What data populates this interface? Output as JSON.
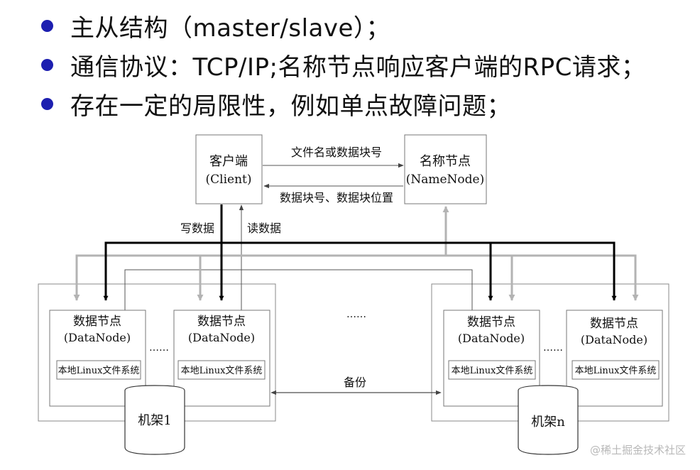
{
  "bullets": [
    "主从结构（master/slave）；",
    "通信协议：TCP/IP;名称节点响应客户端的RPC请求；",
    "存在一定的局限性，例如单点故障问题；"
  ],
  "colors": {
    "bullet": "#1d1fb0",
    "gray_arrow": "#b3b3b3"
  },
  "client": {
    "line1": "客户端",
    "line2": "(Client)"
  },
  "namenode": {
    "line1": "名称节点",
    "line2": "(NameNode)"
  },
  "edge_labels": {
    "file_name_or_block": "文件名或数据块号",
    "block_and_location": "数据块号、数据块位置",
    "write_data": "写数据",
    "read_data": "读数据",
    "backup": "备份"
  },
  "datanode": {
    "line1": "数据节点",
    "line2": "(DataNode)",
    "fs": "本地Linux文件系统"
  },
  "ellipsis": "……",
  "racks": {
    "rack1": "机架1",
    "rackn": "机架n"
  },
  "watermark": "@稀土掘金技术社区"
}
